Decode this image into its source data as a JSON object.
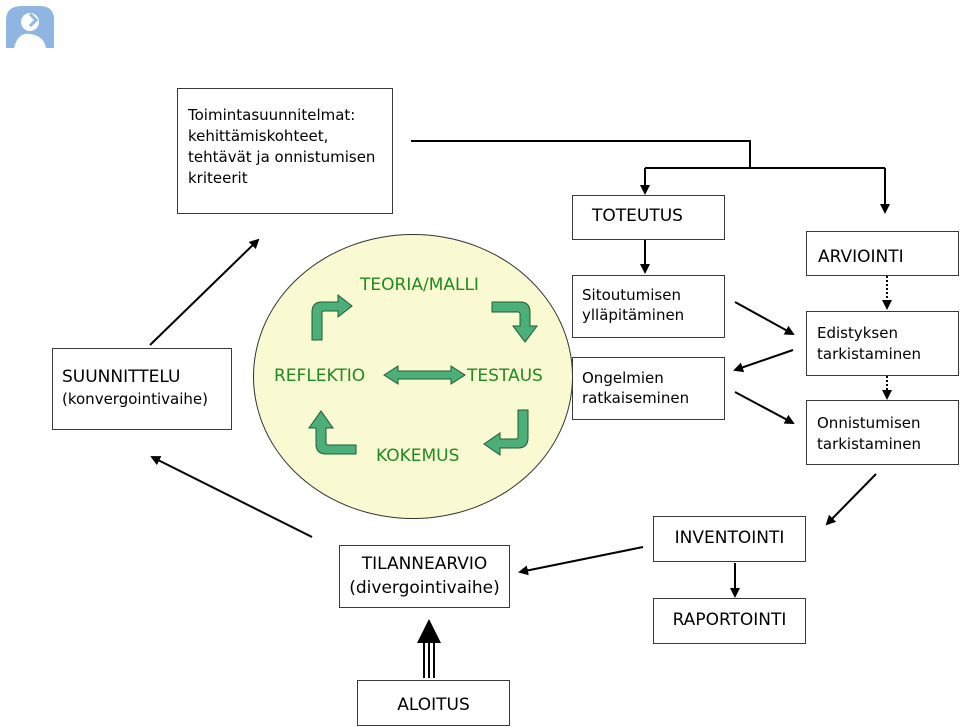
{
  "plan_box": {
    "line1": "Toimintasuunnitelmat:",
    "line2": "kehittämiskohteet,",
    "line3": "tehtävät ja onnistumisen",
    "line4": "kriteerit"
  },
  "suunnittelu": {
    "line1": "SUUNNITTELU",
    "line2": "(konvergointivaihe)"
  },
  "cycle": {
    "teoria": "TEORIA/MALLI",
    "reflektio": "REFLEKTIO",
    "testaus": "TESTAUS",
    "kokemus": "KOKEMUS"
  },
  "toteutus": {
    "title": "TOTEUTUS",
    "item1_line1": "Sitoutumisen",
    "item1_line2": "ylläpitäminen",
    "item2_line1": "Ongelmien",
    "item2_line2": "ratkaiseminen"
  },
  "arviointi": {
    "title": "ARVIOINTI",
    "item1_line1": "Edistyksen",
    "item1_line2": "tarkistaminen",
    "item2_line1": "Onnistumisen",
    "item2_line2": "tarkistaminen"
  },
  "tilannearvio": {
    "line1": "TILANNEARVIO",
    "line2": "(divergointivaihe)"
  },
  "inventointi": "INVENTOINTI",
  "raportointi": "RAPORTOINTI",
  "aloitus": "ALOITUS",
  "colors": {
    "cycle_text": "#1f8a1f",
    "arrow_fill": "#4caf7a",
    "circle_fill": "#fafad2"
  }
}
